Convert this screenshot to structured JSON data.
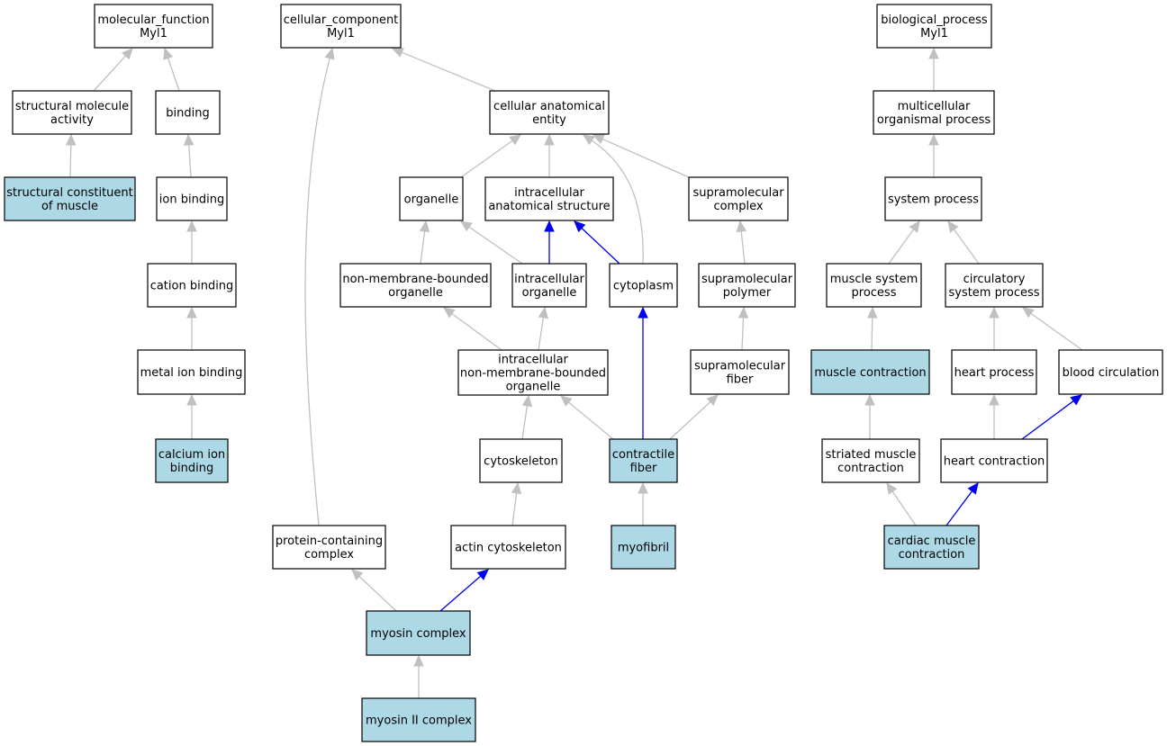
{
  "colors": {
    "plain_fill": "#ffffff",
    "highlight_fill": "#add8e6",
    "border": "#000000",
    "edge_gray": "#c0c0c0",
    "edge_blue": "#0000ee"
  },
  "nodes": [
    {
      "id": "mf_root",
      "lines": [
        "molecular_function",
        "Myl1"
      ],
      "highlight": false
    },
    {
      "id": "structural_molecule_activity",
      "lines": [
        "structural molecule",
        "activity"
      ],
      "highlight": false
    },
    {
      "id": "binding",
      "lines": [
        "binding"
      ],
      "highlight": false
    },
    {
      "id": "structural_constituent_of_muscle",
      "lines": [
        "structural constituent",
        "of muscle"
      ],
      "highlight": true
    },
    {
      "id": "ion_binding",
      "lines": [
        "ion binding"
      ],
      "highlight": false
    },
    {
      "id": "cation_binding",
      "lines": [
        "cation binding"
      ],
      "highlight": false
    },
    {
      "id": "metal_ion_binding",
      "lines": [
        "metal ion binding"
      ],
      "highlight": false
    },
    {
      "id": "calcium_ion_binding",
      "lines": [
        "calcium ion",
        "binding"
      ],
      "highlight": true
    },
    {
      "id": "cc_root",
      "lines": [
        "cellular_component",
        "Myl1"
      ],
      "highlight": false
    },
    {
      "id": "cellular_anatomical_entity",
      "lines": [
        "cellular anatomical",
        "entity"
      ],
      "highlight": false
    },
    {
      "id": "organelle",
      "lines": [
        "organelle"
      ],
      "highlight": false
    },
    {
      "id": "intracellular_anatomical_structure",
      "lines": [
        "intracellular",
        "anatomical structure"
      ],
      "highlight": false
    },
    {
      "id": "supramolecular_complex",
      "lines": [
        "supramolecular",
        "complex"
      ],
      "highlight": false
    },
    {
      "id": "non_membrane_bounded_organelle",
      "lines": [
        "non-membrane-bounded",
        "organelle"
      ],
      "highlight": false
    },
    {
      "id": "intracellular_organelle",
      "lines": [
        "intracellular",
        "organelle"
      ],
      "highlight": false
    },
    {
      "id": "cytoplasm",
      "lines": [
        "cytoplasm"
      ],
      "highlight": false
    },
    {
      "id": "supramolecular_polymer",
      "lines": [
        "supramolecular",
        "polymer"
      ],
      "highlight": false
    },
    {
      "id": "intracellular_nmb_organelle",
      "lines": [
        "intracellular",
        "non-membrane-bounded",
        "organelle"
      ],
      "highlight": false
    },
    {
      "id": "supramolecular_fiber",
      "lines": [
        "supramolecular",
        "fiber"
      ],
      "highlight": false
    },
    {
      "id": "cytoskeleton",
      "lines": [
        "cytoskeleton"
      ],
      "highlight": false
    },
    {
      "id": "contractile_fiber",
      "lines": [
        "contractile",
        "fiber"
      ],
      "highlight": true
    },
    {
      "id": "protein_containing_complex",
      "lines": [
        "protein-containing",
        "complex"
      ],
      "highlight": false
    },
    {
      "id": "actin_cytoskeleton",
      "lines": [
        "actin cytoskeleton"
      ],
      "highlight": false
    },
    {
      "id": "myofibril",
      "lines": [
        "myofibril"
      ],
      "highlight": true
    },
    {
      "id": "myosin_complex",
      "lines": [
        "myosin complex"
      ],
      "highlight": true
    },
    {
      "id": "myosin_ii_complex",
      "lines": [
        "myosin II complex"
      ],
      "highlight": true
    },
    {
      "id": "bp_root",
      "lines": [
        "biological_process",
        "Myl1"
      ],
      "highlight": false
    },
    {
      "id": "multicellular_organismal_process",
      "lines": [
        "multicellular",
        "organismal process"
      ],
      "highlight": false
    },
    {
      "id": "system_process",
      "lines": [
        "system process"
      ],
      "highlight": false
    },
    {
      "id": "muscle_system_process",
      "lines": [
        "muscle system",
        "process"
      ],
      "highlight": false
    },
    {
      "id": "circulatory_system_process",
      "lines": [
        "circulatory",
        "system process"
      ],
      "highlight": false
    },
    {
      "id": "muscle_contraction",
      "lines": [
        "muscle contraction"
      ],
      "highlight": true
    },
    {
      "id": "heart_process",
      "lines": [
        "heart process"
      ],
      "highlight": false
    },
    {
      "id": "blood_circulation",
      "lines": [
        "blood circulation"
      ],
      "highlight": false
    },
    {
      "id": "striated_muscle_contraction",
      "lines": [
        "striated muscle",
        "contraction"
      ],
      "highlight": false
    },
    {
      "id": "heart_contraction",
      "lines": [
        "heart contraction"
      ],
      "highlight": false
    },
    {
      "id": "cardiac_muscle_contraction",
      "lines": [
        "cardiac muscle",
        "contraction"
      ],
      "highlight": true
    }
  ],
  "edges": [
    {
      "from": "structural_molecule_activity",
      "to": "mf_root",
      "type": "is_a"
    },
    {
      "from": "binding",
      "to": "mf_root",
      "type": "is_a"
    },
    {
      "from": "structural_constituent_of_muscle",
      "to": "structural_molecule_activity",
      "type": "is_a"
    },
    {
      "from": "ion_binding",
      "to": "binding",
      "type": "is_a"
    },
    {
      "from": "cation_binding",
      "to": "ion_binding",
      "type": "is_a"
    },
    {
      "from": "metal_ion_binding",
      "to": "cation_binding",
      "type": "is_a"
    },
    {
      "from": "calcium_ion_binding",
      "to": "metal_ion_binding",
      "type": "is_a"
    },
    {
      "from": "protein_containing_complex",
      "to": "cc_root",
      "type": "is_a"
    },
    {
      "from": "cellular_anatomical_entity",
      "to": "cc_root",
      "type": "is_a"
    },
    {
      "from": "organelle",
      "to": "cellular_anatomical_entity",
      "type": "is_a"
    },
    {
      "from": "intracellular_anatomical_structure",
      "to": "cellular_anatomical_entity",
      "type": "is_a"
    },
    {
      "from": "supramolecular_complex",
      "to": "cellular_anatomical_entity",
      "type": "is_a"
    },
    {
      "from": "cytoplasm",
      "to": "cellular_anatomical_entity",
      "type": "is_a"
    },
    {
      "from": "non_membrane_bounded_organelle",
      "to": "organelle",
      "type": "is_a"
    },
    {
      "from": "intracellular_organelle",
      "to": "organelle",
      "type": "is_a"
    },
    {
      "from": "intracellular_organelle",
      "to": "intracellular_anatomical_structure",
      "type": "part_of"
    },
    {
      "from": "cytoplasm",
      "to": "intracellular_anatomical_structure",
      "type": "part_of"
    },
    {
      "from": "supramolecular_polymer",
      "to": "supramolecular_complex",
      "type": "is_a"
    },
    {
      "from": "intracellular_nmb_organelle",
      "to": "non_membrane_bounded_organelle",
      "type": "is_a"
    },
    {
      "from": "intracellular_nmb_organelle",
      "to": "intracellular_organelle",
      "type": "is_a"
    },
    {
      "from": "supramolecular_fiber",
      "to": "supramolecular_polymer",
      "type": "is_a"
    },
    {
      "from": "cytoskeleton",
      "to": "intracellular_nmb_organelle",
      "type": "is_a"
    },
    {
      "from": "contractile_fiber",
      "to": "intracellular_nmb_organelle",
      "type": "is_a"
    },
    {
      "from": "contractile_fiber",
      "to": "cytoplasm",
      "type": "part_of"
    },
    {
      "from": "contractile_fiber",
      "to": "supramolecular_fiber",
      "type": "is_a"
    },
    {
      "from": "actin_cytoskeleton",
      "to": "cytoskeleton",
      "type": "is_a"
    },
    {
      "from": "myofibril",
      "to": "contractile_fiber",
      "type": "is_a"
    },
    {
      "from": "myosin_complex",
      "to": "protein_containing_complex",
      "type": "is_a"
    },
    {
      "from": "myosin_complex",
      "to": "actin_cytoskeleton",
      "type": "part_of"
    },
    {
      "from": "myosin_ii_complex",
      "to": "myosin_complex",
      "type": "is_a"
    },
    {
      "from": "multicellular_organismal_process",
      "to": "bp_root",
      "type": "is_a"
    },
    {
      "from": "system_process",
      "to": "multicellular_organismal_process",
      "type": "is_a"
    },
    {
      "from": "muscle_system_process",
      "to": "system_process",
      "type": "is_a"
    },
    {
      "from": "circulatory_system_process",
      "to": "system_process",
      "type": "is_a"
    },
    {
      "from": "muscle_contraction",
      "to": "muscle_system_process",
      "type": "is_a"
    },
    {
      "from": "heart_process",
      "to": "circulatory_system_process",
      "type": "is_a"
    },
    {
      "from": "blood_circulation",
      "to": "circulatory_system_process",
      "type": "is_a"
    },
    {
      "from": "striated_muscle_contraction",
      "to": "muscle_contraction",
      "type": "is_a"
    },
    {
      "from": "heart_contraction",
      "to": "heart_process",
      "type": "is_a"
    },
    {
      "from": "heart_contraction",
      "to": "blood_circulation",
      "type": "part_of"
    },
    {
      "from": "cardiac_muscle_contraction",
      "to": "striated_muscle_contraction",
      "type": "is_a"
    },
    {
      "from": "cardiac_muscle_contraction",
      "to": "heart_contraction",
      "type": "part_of"
    }
  ]
}
